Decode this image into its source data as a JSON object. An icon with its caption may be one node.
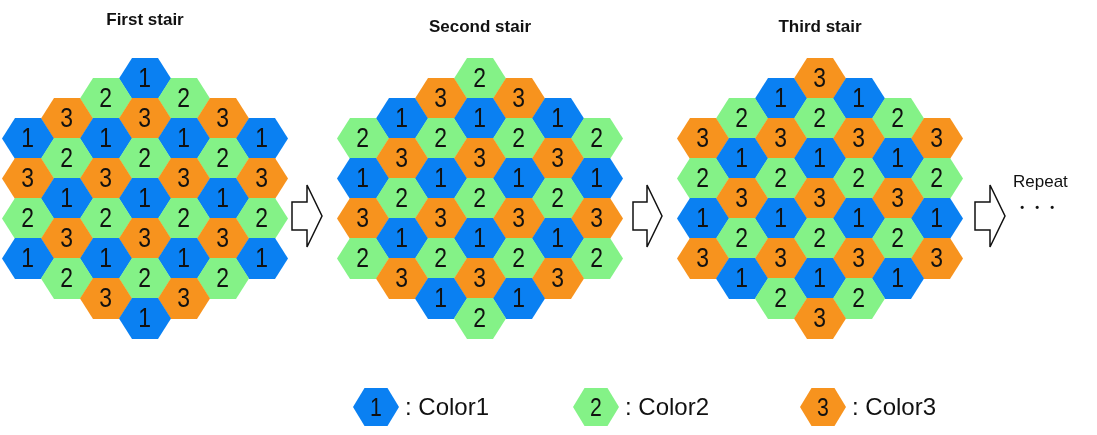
{
  "diagram": {
    "nodes": [
      {
        "text": [
          "First stair"
        ]
      },
      {
        "text": [
          "1"
        ],
        "in": 0
      },
      {
        "text": [
          "2"
        ],
        "in": 0
      },
      {
        "text": [
          "2"
        ],
        "in": 0
      },
      {
        "text": [
          "3"
        ],
        "in": 0
      },
      {
        "text": [
          "3"
        ],
        "in": 0
      },
      {
        "text": [
          "3"
        ],
        "in": 0
      },
      {
        "text": [
          "1"
        ],
        "in": 0
      },
      {
        "text": [
          "1"
        ],
        "in": 0
      },
      {
        "text": [
          "1"
        ],
        "in": 0
      },
      {
        "text": [
          "1"
        ],
        "in": 0
      },
      {
        "text": [
          "2"
        ],
        "in": 0
      },
      {
        "text": [
          "2"
        ],
        "in": 0
      },
      {
        "text": [
          "2"
        ],
        "in": 0
      },
      {
        "text": [
          "3"
        ],
        "in": 0
      },
      {
        "text": [
          "3"
        ],
        "in": 0
      },
      {
        "text": [
          "3"
        ],
        "in": 0
      },
      {
        "text": [
          "3"
        ],
        "in": 0
      },
      {
        "text": [
          "1"
        ],
        "in": 0
      },
      {
        "text": [
          "1"
        ],
        "in": 0
      },
      {
        "text": [
          "1"
        ],
        "in": 0
      },
      {
        "text": [
          "2"
        ],
        "in": 0
      },
      {
        "text": [
          "2"
        ],
        "in": 0
      },
      {
        "text": [
          "2"
        ],
        "in": 0
      },
      {
        "text": [
          "2"
        ],
        "in": 0
      },
      {
        "text": [
          "3"
        ],
        "in": 0
      },
      {
        "text": [
          "3"
        ],
        "in": 0
      },
      {
        "text": [
          "3"
        ],
        "in": 0
      },
      {
        "text": [
          "1"
        ],
        "in": 0
      },
      {
        "text": [
          "1"
        ],
        "in": 0
      },
      {
        "text": [
          "1"
        ],
        "in": 0
      },
      {
        "text": [
          "1"
        ],
        "in": 0
      },
      {
        "text": [
          "2"
        ],
        "in": 0
      },
      {
        "text": [
          "2"
        ],
        "in": 0
      },
      {
        "text": [
          "2"
        ],
        "in": 0
      },
      {
        "text": [
          "3"
        ],
        "in": 0
      },
      {
        "text": [
          "3"
        ],
        "in": 0
      },
      {
        "text": [
          "1"
        ],
        "in": 0
      },
      {
        "text": [
          "Second stair"
        ]
      },
      {
        "text": [
          "2"
        ],
        "in": 38
      },
      {
        "text": [
          "3"
        ],
        "in": 38
      },
      {
        "text": [
          "3"
        ],
        "in": 38
      },
      {
        "text": [
          "1"
        ],
        "in": 38
      },
      {
        "text": [
          "1"
        ],
        "in": 38
      },
      {
        "text": [
          "1"
        ],
        "in": 38
      },
      {
        "text": [
          "2"
        ],
        "in": 38
      },
      {
        "text": [
          "2"
        ],
        "in": 38
      },
      {
        "text": [
          "2"
        ],
        "in": 38
      },
      {
        "text": [
          "2"
        ],
        "in": 38
      },
      {
        "text": [
          "3"
        ],
        "in": 38
      },
      {
        "text": [
          "3"
        ],
        "in": 38
      },
      {
        "text": [
          "3"
        ],
        "in": 38
      },
      {
        "text": [
          "1"
        ],
        "in": 38
      },
      {
        "text": [
          "1"
        ],
        "in": 38
      },
      {
        "text": [
          "1"
        ],
        "in": 38
      },
      {
        "text": [
          "1"
        ],
        "in": 38
      },
      {
        "text": [
          "2"
        ],
        "in": 38
      },
      {
        "text": [
          "2"
        ],
        "in": 38
      },
      {
        "text": [
          "2"
        ],
        "in": 38
      },
      {
        "text": [
          "3"
        ],
        "in": 38
      },
      {
        "text": [
          "3"
        ],
        "in": 38
      },
      {
        "text": [
          "3"
        ],
        "in": 38
      },
      {
        "text": [
          "3"
        ],
        "in": 38
      },
      {
        "text": [
          "1"
        ],
        "in": 38
      },
      {
        "text": [
          "1"
        ],
        "in": 38
      },
      {
        "text": [
          "1"
        ],
        "in": 38
      },
      {
        "text": [
          "2"
        ],
        "in": 38
      },
      {
        "text": [
          "2"
        ],
        "in": 38
      },
      {
        "text": [
          "2"
        ],
        "in": 38
      },
      {
        "text": [
          "2"
        ],
        "in": 38
      },
      {
        "text": [
          "3"
        ],
        "in": 38
      },
      {
        "text": [
          "3"
        ],
        "in": 38
      },
      {
        "text": [
          "3"
        ],
        "in": 38
      },
      {
        "text": [
          "1"
        ],
        "in": 38
      },
      {
        "text": [
          "1"
        ],
        "in": 38
      },
      {
        "text": [
          "2"
        ],
        "in": 38
      },
      {
        "text": [
          "Third stair"
        ]
      },
      {
        "text": [
          "3"
        ],
        "in": 76
      },
      {
        "text": [
          "1"
        ],
        "in": 76
      },
      {
        "text": [
          "1"
        ],
        "in": 76
      },
      {
        "text": [
          "2"
        ],
        "in": 76
      },
      {
        "text": [
          "2"
        ],
        "in": 76
      },
      {
        "text": [
          "2"
        ],
        "in": 76
      },
      {
        "text": [
          "3"
        ],
        "in": 76
      },
      {
        "text": [
          "3"
        ],
        "in": 76
      },
      {
        "text": [
          "3"
        ],
        "in": 76
      },
      {
        "text": [
          "3"
        ],
        "in": 76
      },
      {
        "text": [
          "1"
        ],
        "in": 76
      },
      {
        "text": [
          "1"
        ],
        "in": 76
      },
      {
        "text": [
          "1"
        ],
        "in": 76
      },
      {
        "text": [
          "2"
        ],
        "in": 76
      },
      {
        "text": [
          "2"
        ],
        "in": 76
      },
      {
        "text": [
          "2"
        ],
        "in": 76
      },
      {
        "text": [
          "2"
        ],
        "in": 76
      },
      {
        "text": [
          "3"
        ],
        "in": 76
      },
      {
        "text": [
          "3"
        ],
        "in": 76
      },
      {
        "text": [
          "3"
        ],
        "in": 76
      },
      {
        "text": [
          "1"
        ],
        "in": 76
      },
      {
        "text": [
          "1"
        ],
        "in": 76
      },
      {
        "text": [
          "1"
        ],
        "in": 76
      },
      {
        "text": [
          "1"
        ],
        "in": 76
      },
      {
        "text": [
          "2"
        ],
        "in": 76
      },
      {
        "text": [
          "2"
        ],
        "in": 76
      },
      {
        "text": [
          "2"
        ],
        "in": 76
      },
      {
        "text": [
          "3"
        ],
        "in": 76
      },
      {
        "text": [
          "3"
        ],
        "in": 76
      },
      {
        "text": [
          "3"
        ],
        "in": 76
      },
      {
        "text": [
          "3"
        ],
        "in": 76
      },
      {
        "text": [
          "1"
        ],
        "in": 76
      },
      {
        "text": [
          "1"
        ],
        "in": 76
      },
      {
        "text": [
          "1"
        ],
        "in": 76
      },
      {
        "text": [
          "2"
        ],
        "in": 76
      },
      {
        "text": [
          "2"
        ],
        "in": 76
      },
      {
        "text": [
          "3"
        ],
        "in": 76
      }
    ],
    "edges": [
      {
        "from": 0,
        "to": 38,
        "arrow": "to"
      },
      {
        "from": 38,
        "to": 76,
        "arrow": "to"
      },
      {
        "from": 76,
        "to": null,
        "arrow": "to",
        "label": "Repeat"
      }
    ],
    "labels": [
      "・・・",
      "1",
      "2",
      "3"
    ],
    "legend": [
      {
        "text": ": Color1",
        "color": "#0a80f2"
      },
      {
        "text": ": Color2",
        "color": "#84f287"
      },
      {
        "text": ": Color3",
        "color": "#f7931e"
      }
    ]
  }
}
